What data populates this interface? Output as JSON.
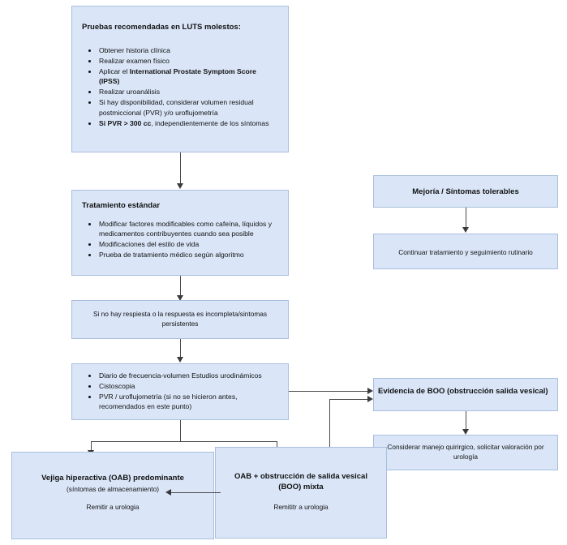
{
  "diagram": {
    "colors": {
      "node_fill": "#dae6f8",
      "node_border": "#a9bedd",
      "connector": "#4a4a4a",
      "background": "#ffffff"
    },
    "nodes": {
      "recommended_tests": {
        "title": "Pruebas recomendadas en LUTS molestos:",
        "bullets": [
          {
            "pre": "Obtener historia clínica",
            "bold": "",
            "post": ""
          },
          {
            "pre": "Realizar examen físico",
            "bold": "",
            "post": ""
          },
          {
            "pre": "Aplicar el ",
            "bold": "International Prostate Symptom Score (IPSS)",
            "post": ""
          },
          {
            "pre": "Realizar uroanálisis",
            "bold": "",
            "post": ""
          },
          {
            "pre": "Si hay disponibilidad, considerar volumen residual postmiccional (PVR) y/o uroflujometría",
            "bold": "",
            "post": ""
          },
          {
            "pre": "",
            "bold": "Si PVR > 300 cc",
            "post": ", independientemente de los síntomas"
          }
        ]
      },
      "standard_treatment": {
        "title": "Tratamiento estándar",
        "bullets": [
          {
            "pre": "Modificar factores modificables como cafeína, líquidos y medicamentos contribuyentes cuando sea posible",
            "bold": "",
            "post": ""
          },
          {
            "pre": "Modificaciones del estilo de vida",
            "bold": "",
            "post": ""
          },
          {
            "pre": "Prueba de tratamiento médico según algoritmo",
            "bold": "",
            "post": ""
          }
        ]
      },
      "no_response": {
        "text": "Si no hay respiesta o la respuesta es incompleta/sintomas persistentes"
      },
      "further_workup": {
        "bullets": [
          {
            "pre": "Diario de frecuencia-volumen Estudios urodinámicos",
            "bold": "",
            "post": ""
          },
          {
            "pre": "Cistoscopia",
            "bold": "",
            "post": ""
          },
          {
            "pre": "PVR / uroflujometría (si no se hicieron antes, recomendados en este punto)",
            "bold": "",
            "post": ""
          }
        ]
      },
      "improvement": {
        "title": "Mejoría / Síntomas tolerables"
      },
      "continue_treatment": {
        "text": "Continuar tratamiento y seguimiento rutinario"
      },
      "boo_evidence": {
        "title": "Evidencia de BOO (obstrucción salida vesical)"
      },
      "surgical_management": {
        "text": "Considerar manejo quirirgico, solicitar valoración por urología"
      },
      "oab_predominant": {
        "title": "Vejiga hiperactiva (OAB) predominante",
        "subtitle": "(síntomas de almacenamiento)",
        "action": "Remitir a urologia"
      },
      "oab_plus_boo": {
        "title": "OAB + obstrucción de salida  vesical (BOO) mixta",
        "action": "Remititr a urologia"
      }
    }
  }
}
